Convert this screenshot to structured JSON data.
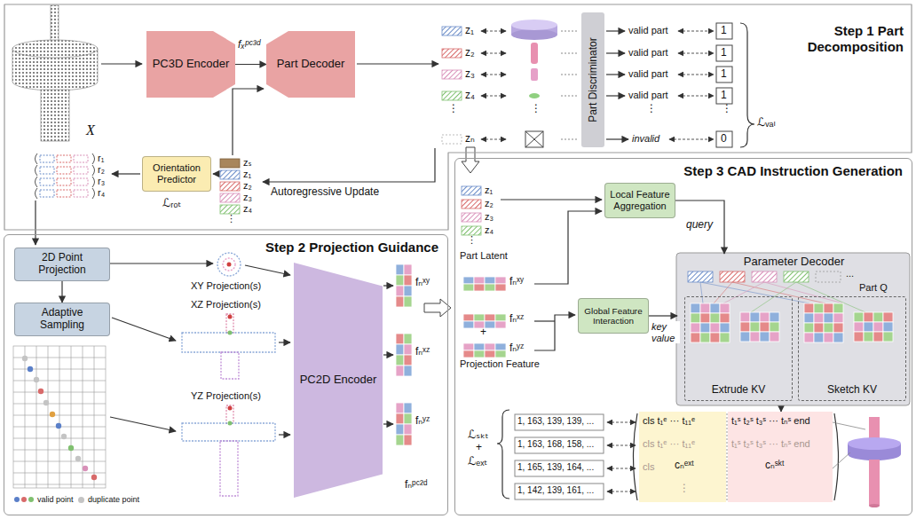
{
  "diagram": {
    "nodes": [
      {
        "text": [
          "Step 1 Part Decomposition"
        ]
      },
      {
        "text": [
          "PC3D Encoder"
        ],
        "in": 0
      },
      {
        "text": [
          "Part Decoder"
        ],
        "in": 0
      },
      {
        "text": [
          "Part Discriminator"
        ],
        "in": 0
      },
      {
        "text": [
          "Orientation Predictor"
        ],
        "in": 0
      },
      {
        "text": [
          "Step 2 Projection Guidance"
        ]
      },
      {
        "text": [
          "2D Point Projection"
        ],
        "in": 5
      },
      {
        "text": [
          "Adaptive Sampling"
        ],
        "in": 5
      },
      {
        "text": [
          "PC2D Encoder"
        ],
        "in": 5
      },
      {
        "text": [
          "Step 3 CAD Instruction Generation"
        ]
      },
      {
        "text": [
          "Local Feature Aggregation"
        ],
        "in": 9
      },
      {
        "text": [
          "Global Feature Interaction"
        ],
        "in": 9
      },
      {
        "text": [
          "Parameter Decoder"
        ],
        "in": 9
      },
      {
        "text": [
          "Extrude KV"
        ],
        "in": 12
      },
      {
        "text": [
          "Sketch KV"
        ],
        "in": 12
      }
    ],
    "edges": [
      {
        "from": 1,
        "to": 2,
        "arrow": "to",
        "label": "fₓᵖᶜ³ᵈ"
      },
      {
        "from": 6,
        "to": 7,
        "arrow": "to"
      },
      {
        "from": 10,
        "to": 12,
        "arrow": "to",
        "label": "query"
      },
      {
        "from": 11,
        "to": 12,
        "arrow": "to",
        "label": "key value"
      }
    ],
    "labels": [
      "X",
      "z₁",
      "z₂",
      "z₃",
      "z₄",
      "⋮",
      "zₙ",
      "⋮",
      "valid part",
      "valid part",
      "valid part",
      "valid part",
      "⋮",
      "invalid",
      "1",
      "1",
      "1",
      "1",
      "⋮",
      "0",
      "ℒᵥₐₗ",
      "r₁",
      "r₂",
      "r₃",
      "r₄",
      "ℒᵣₒₜ",
      "zₛ",
      "z₁",
      "z₂",
      "z₃",
      "z₄",
      "⋮",
      "Autoregressive Update",
      "XY Projection(s)",
      "XZ Projection(s)",
      "YZ Projection(s)",
      "fₙˣʸ",
      "fₙˣᶻ",
      "fₙʸᶻ",
      "fₙᵖᶜ²ᵈ",
      "z₁",
      "z₂",
      "z₃",
      "z₄",
      "⋮",
      "Part Latent",
      "fₙˣʸ",
      "fₙˣᶻ",
      "+",
      "fₙʸᶻ",
      "Projection Feature",
      "...",
      "Part Q",
      "ℒₛₖₜ",
      "+",
      "ℒₑₓₜ",
      "1, 163, 139, 139, ...",
      "1, 163, 168, 158, ...",
      "1, 165, 139, 164, ...",
      "1, 142, 139, 161, ...",
      "cls t₁ᵉ ··· t₁₁ᵉ",
      "t₁ˢ t₂ˢ t₃ˢ ··· tₙˢ end",
      "cls t₁ᵉ ··· t₁₁ᵉ",
      "t₁ˢ t₂ˢ t₃ˢ ··· tₙˢ end",
      "cls",
      "cₙᵉˣᵗ",
      "cₙˢᵏᵗ",
      "⋮"
    ],
    "legend": [
      {
        "text": "valid point"
      },
      {
        "text": "duplicate point",
        "color": "#c4c4c4"
      }
    ]
  }
}
